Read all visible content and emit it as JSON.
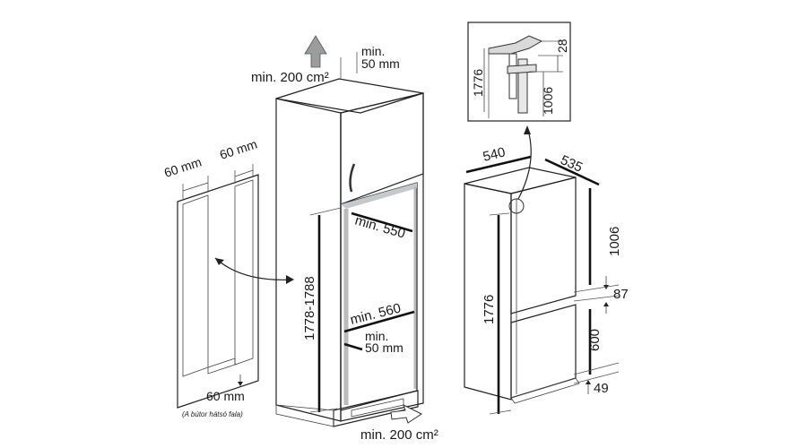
{
  "labels": {
    "top_vent": "min. 200 cm²",
    "top_gap": "min.",
    "top_gap2": "50 mm",
    "side_left_width": "60 mm",
    "side_right_width": "60 mm",
    "side_bottom_width": "60 mm",
    "side_bottom_note": "(A bútor hátsó fala)",
    "niche_depth": "min. 550",
    "niche_height": "1778-1788",
    "niche_width": "min. 560",
    "rear_gap": "min.",
    "rear_gap2": "50 mm",
    "bottom_vent": "min. 200 cm²",
    "fridge_width": "540",
    "fridge_depth": "535",
    "fridge_height": "1776",
    "upper_door": "1006",
    "gap_87": "87",
    "lower_door": "600",
    "bottom_49": "49",
    "detail_1776": "1776",
    "detail_1006": "1006",
    "detail_28": "28"
  },
  "colors": {
    "cabinet_door": "#a9abad",
    "cabinet_body": "#ffffff",
    "stroke": "#222222",
    "vent_grille": "#8a8c8e"
  }
}
